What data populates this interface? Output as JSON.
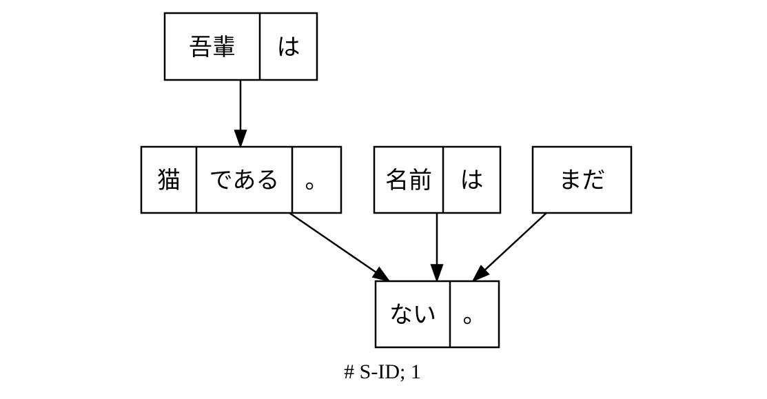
{
  "nodes": [
    {
      "id": "wagahai",
      "cells": [
        "吾輩",
        "は"
      ]
    },
    {
      "id": "neko",
      "cells": [
        "猫",
        "である",
        "。"
      ]
    },
    {
      "id": "namae",
      "cells": [
        "名前",
        "は"
      ]
    },
    {
      "id": "mada",
      "cells": [
        "まだ"
      ]
    },
    {
      "id": "nai",
      "cells": [
        "ない",
        "。"
      ]
    }
  ],
  "edges": [
    {
      "from": "wagahai",
      "to": "neko"
    },
    {
      "from": "neko",
      "to": "nai"
    },
    {
      "from": "namae",
      "to": "nai"
    },
    {
      "from": "mada",
      "to": "nai"
    }
  ],
  "caption": "# S-ID; 1",
  "colors": {
    "stroke": "#000000",
    "background": "#ffffff"
  }
}
